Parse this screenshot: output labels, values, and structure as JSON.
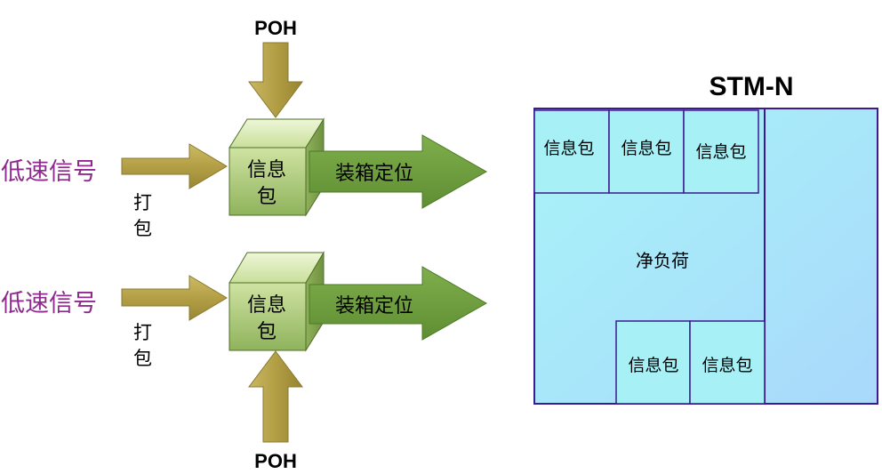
{
  "poh_top": "POH",
  "poh_bottom": "POH",
  "rows": [
    {
      "input_label": "低速信号",
      "pack_char_1": "打",
      "pack_char_2": "包",
      "cube_line_1": "信息",
      "cube_line_2": "包",
      "mapping_label": "装箱定位"
    },
    {
      "input_label": "低速信号",
      "pack_char_1": "打",
      "pack_char_2": "包",
      "cube_line_1": "信息",
      "cube_line_2": "包",
      "mapping_label": "装箱定位"
    }
  ],
  "frame": {
    "title": "STM-N",
    "payload_label": "净负荷",
    "top_packets": [
      "信息包",
      "信息包",
      "信息包"
    ],
    "bottom_packets": [
      "信息包",
      "信息包"
    ]
  },
  "colors": {
    "input_text": "#8e2a8e",
    "olive_arrow": "#b4a24a",
    "green_arrow": "#73a043",
    "cube_front": "#b5cf7f",
    "frame_border": "#3b1b8f",
    "frame_fill": "#aaf1f6"
  }
}
